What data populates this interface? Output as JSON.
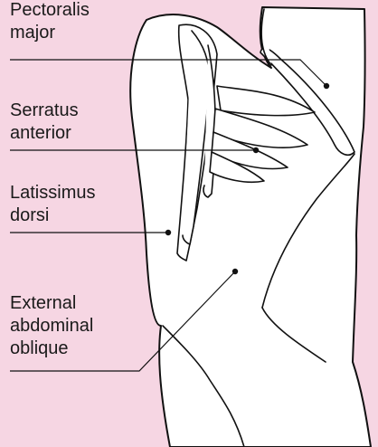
{
  "labels": {
    "pectoralis_major": [
      "Pectoralis",
      "major"
    ],
    "serratus_anterior": [
      "Serratus",
      "anterior"
    ],
    "latissimus_dorsi": [
      "Latissimus",
      "dorsi"
    ],
    "external_abdominal_oblique": [
      "External",
      "abdominal",
      "oblique"
    ]
  },
  "colors": {
    "background": "#f6d6e3",
    "body_fill": "#ffffff",
    "line": "#111111"
  }
}
